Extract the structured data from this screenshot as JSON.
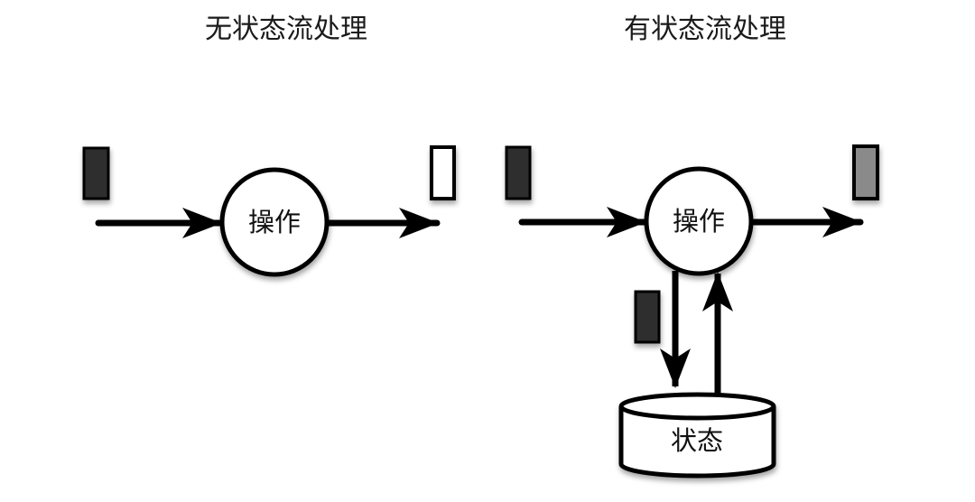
{
  "diagram": {
    "left": {
      "title": "无状态流处理",
      "operator_label": "操作"
    },
    "right": {
      "title": "有状态流处理",
      "operator_label": "操作",
      "state_label": "状态"
    },
    "colors": {
      "dark_record": "#2e2e2e",
      "dark_record_border": "#111111",
      "gray_record": "#8a8a8a",
      "white_record": "#ffffff",
      "stroke": "#000000",
      "node_fill": "#ffffff",
      "background": "#ffffff"
    }
  }
}
